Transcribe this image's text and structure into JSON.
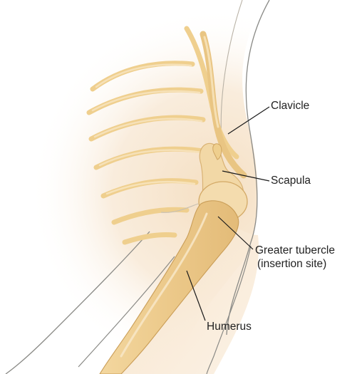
{
  "labels": {
    "clavicle": "Clavicle",
    "scapula": "Scapula",
    "greater_tubercle": "Greater tubercle",
    "insertion_site": "(insertion site)",
    "humerus": "Humerus"
  },
  "colors": {
    "skin": "#f7e6cd",
    "bone": "#efcf8e",
    "bone_light": "#f5ddb0",
    "bone_outline": "#cfa562",
    "outline": "#8a8a86",
    "leader": "#1a1a1a"
  }
}
